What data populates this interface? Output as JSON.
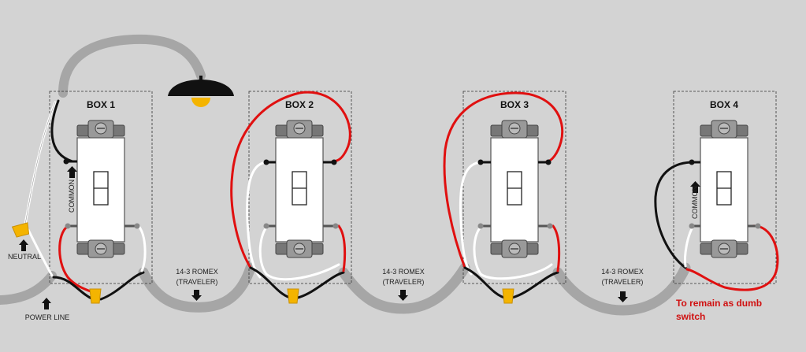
{
  "boxes": [
    {
      "title": "BOX 1",
      "common_label": "COMMON"
    },
    {
      "title": "BOX 2"
    },
    {
      "title": "BOX 3"
    },
    {
      "title": "BOX 4",
      "common_label": "COMMON"
    }
  ],
  "labels": {
    "neutral": "NEUTRAL",
    "power_line": "POWER  LINE",
    "romex_1_line1": "14-3 ROMEX",
    "romex_1_line2": "(TRAVELER)",
    "romex_2_line1": "14-3 ROMEX",
    "romex_2_line2": "(TRAVELER)",
    "romex_3_line1": "14-3 ROMEX",
    "romex_3_line2": "(TRAVELER)",
    "note_line1": "To remain as dumb",
    "note_line2": "switch"
  },
  "colors": {
    "background": "#d3d3d3",
    "cable": "#a6a6a6",
    "hot": "#e01010",
    "black": "#111111",
    "neutral": "#ffffff",
    "wire_nut": "#f4b400",
    "note": "#d01010"
  }
}
